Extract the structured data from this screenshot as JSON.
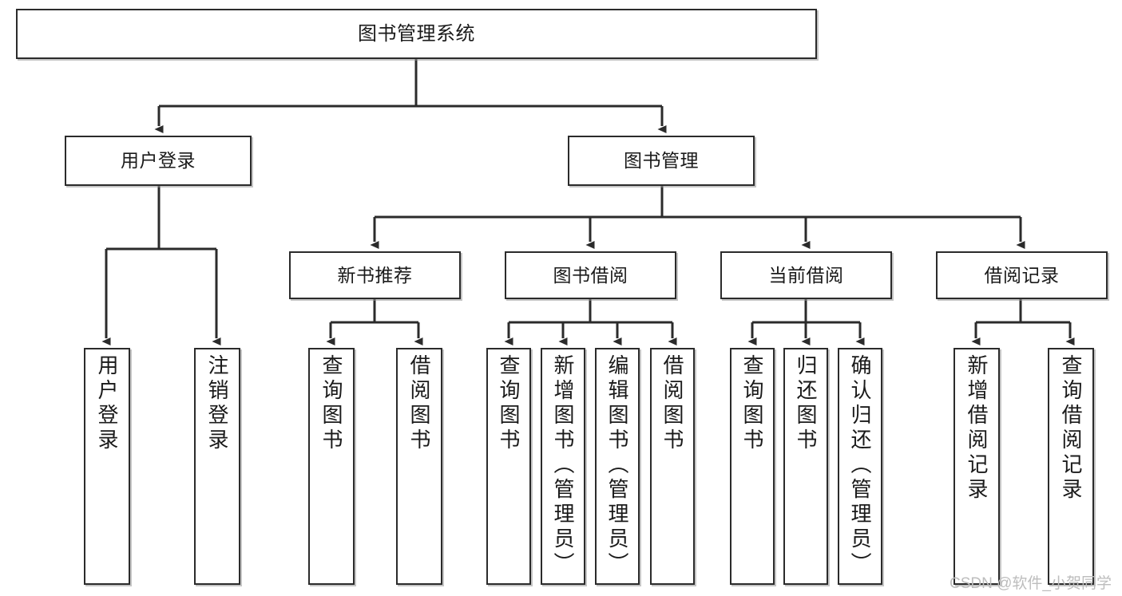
{
  "diagram": {
    "title": "图书管理系统",
    "type": "hierarchy-tree",
    "orientation": "top-down",
    "levels": 4,
    "colors": {
      "node_border": "#2b2b2b",
      "node_fill": "#ffffff",
      "edge": "#2b2b2b",
      "background": "#ffffff",
      "watermark": "#bdbdbd"
    }
  },
  "root": {
    "label": "图书管理系统"
  },
  "level2": [
    {
      "id": "user-login",
      "label": "用户登录"
    },
    {
      "id": "book-manage",
      "label": "图书管理"
    }
  ],
  "level3": [
    {
      "id": "new-book-rec",
      "label": "新书推荐",
      "parent": "book-manage"
    },
    {
      "id": "book-borrow",
      "label": "图书借阅",
      "parent": "book-manage"
    },
    {
      "id": "current-borrow",
      "label": "当前借阅",
      "parent": "book-manage"
    },
    {
      "id": "borrow-record",
      "label": "借阅记录",
      "parent": "book-manage"
    }
  ],
  "leaves": {
    "user_login": [
      {
        "id": "leaf-user-login",
        "label": "用户登录"
      },
      {
        "id": "leaf-logout",
        "label": "注销登录"
      }
    ],
    "new_book_rec": [
      {
        "id": "leaf-query-book-1",
        "label": "查询图书"
      },
      {
        "id": "leaf-borrow-book-1",
        "label": "借阅图书"
      }
    ],
    "book_borrow": [
      {
        "id": "leaf-query-book-2",
        "label": "查询图书"
      },
      {
        "id": "leaf-add-book",
        "label": "新增图书（管理员）"
      },
      {
        "id": "leaf-edit-book",
        "label": "编辑图书（管理员）"
      },
      {
        "id": "leaf-borrow-book-2",
        "label": "借阅图书"
      }
    ],
    "current_borrow": [
      {
        "id": "leaf-query-book-3",
        "label": "查询图书"
      },
      {
        "id": "leaf-return-book",
        "label": "归还图书"
      },
      {
        "id": "leaf-confirm-return",
        "label": "确认归还（管理员）"
      }
    ],
    "borrow_record": [
      {
        "id": "leaf-add-record",
        "label": "新增借阅记录"
      },
      {
        "id": "leaf-query-record",
        "label": "查询借阅记录"
      }
    ]
  },
  "watermark": {
    "text": "CSDN @软件_小贺同学"
  }
}
